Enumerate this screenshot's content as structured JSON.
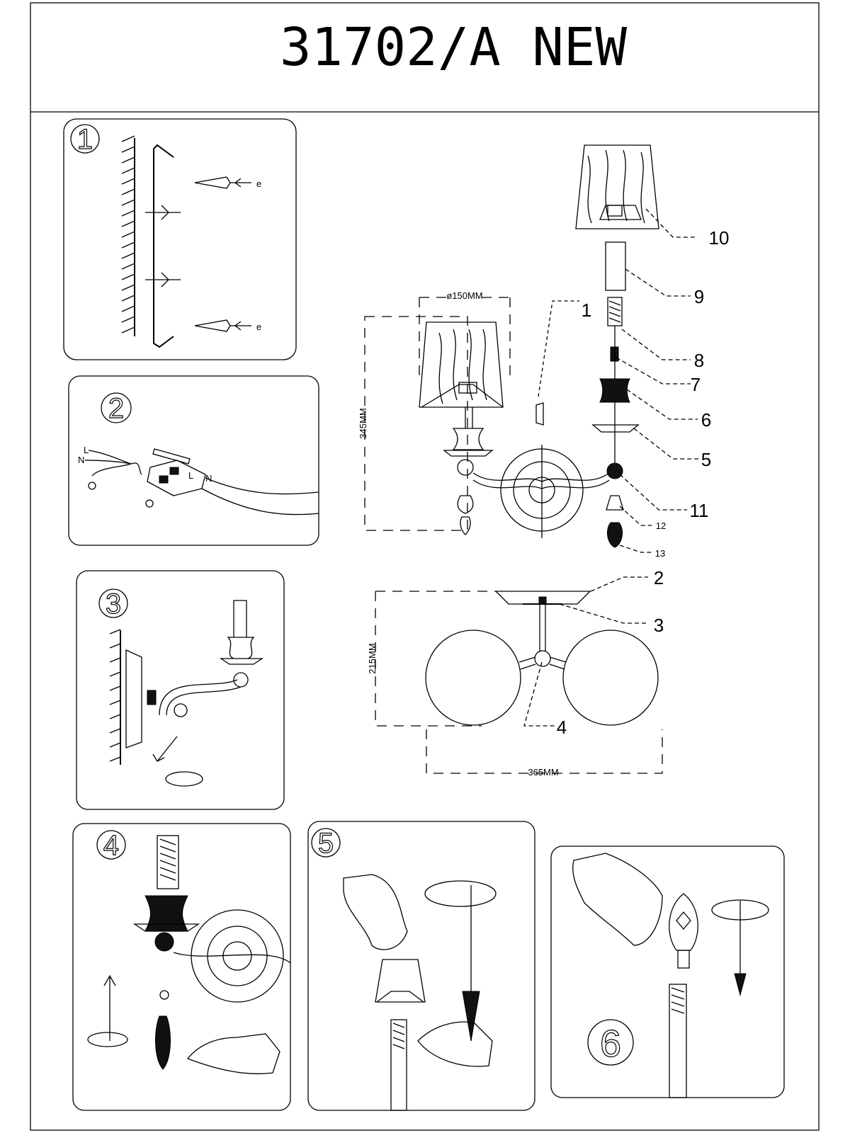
{
  "title": "31702/A NEW",
  "steps": [
    {
      "number": "1"
    },
    {
      "number": "2"
    },
    {
      "number": "3"
    },
    {
      "number": "4"
    },
    {
      "number": "5"
    },
    {
      "number": "6"
    }
  ],
  "wiring_labels": {
    "live_in": "L",
    "neutral_in": "N",
    "live_out": "L",
    "neutral_out": "N"
  },
  "dimensions": {
    "shade_diameter": "ø150MM",
    "height": "345MM",
    "depth": "215MM",
    "width": "365MM"
  },
  "parts": [
    "1",
    "2",
    "3",
    "4",
    "5",
    "6",
    "7",
    "8",
    "9",
    "10",
    "11",
    "12",
    "13"
  ]
}
